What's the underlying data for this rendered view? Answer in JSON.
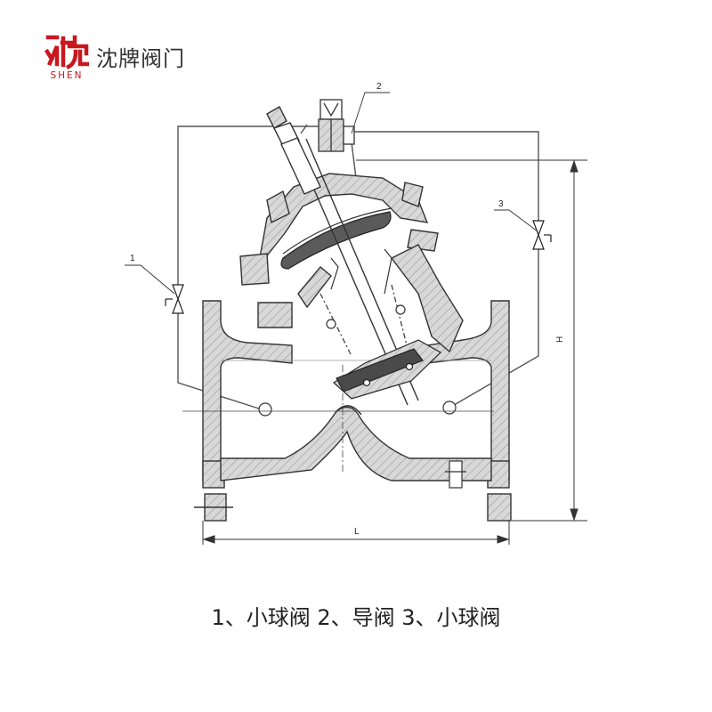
{
  "brand": {
    "latin": "SHEN",
    "name": "沈牌阀门",
    "accent_color": "#c8171e"
  },
  "diagram": {
    "callouts": [
      "1",
      "2",
      "3"
    ],
    "dimensions": {
      "height": "H",
      "length": "L"
    }
  },
  "caption": "1、小球阀  2、导阀  3、小球阀"
}
